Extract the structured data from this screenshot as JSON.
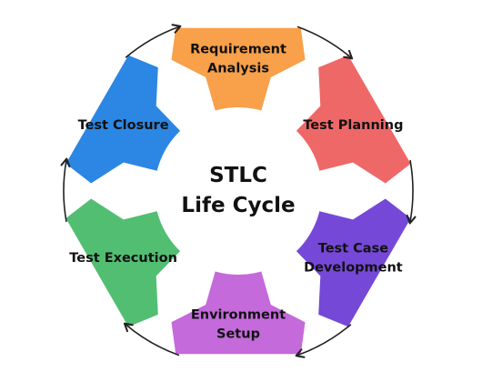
{
  "center": {
    "title_line1": "STLC",
    "title_line2": "Life Cycle"
  },
  "phases": [
    {
      "id": "requirement-analysis",
      "lines": [
        "Requirement",
        "Analysis"
      ],
      "color": "#F8A04A"
    },
    {
      "id": "test-planning",
      "lines": [
        "Test Planning"
      ],
      "color": "#EE6868"
    },
    {
      "id": "test-case-development",
      "lines": [
        "Test Case",
        "Development"
      ],
      "color": "#7648D8"
    },
    {
      "id": "environment-setup",
      "lines": [
        "Environment",
        "Setup"
      ],
      "color": "#C46ADB"
    },
    {
      "id": "test-execution",
      "lines": [
        "Test Execution"
      ],
      "color": "#52BE72"
    },
    {
      "id": "test-closure",
      "lines": [
        "Test Closure"
      ],
      "color": "#2C86E3"
    }
  ],
  "arrow_color": "#222222"
}
